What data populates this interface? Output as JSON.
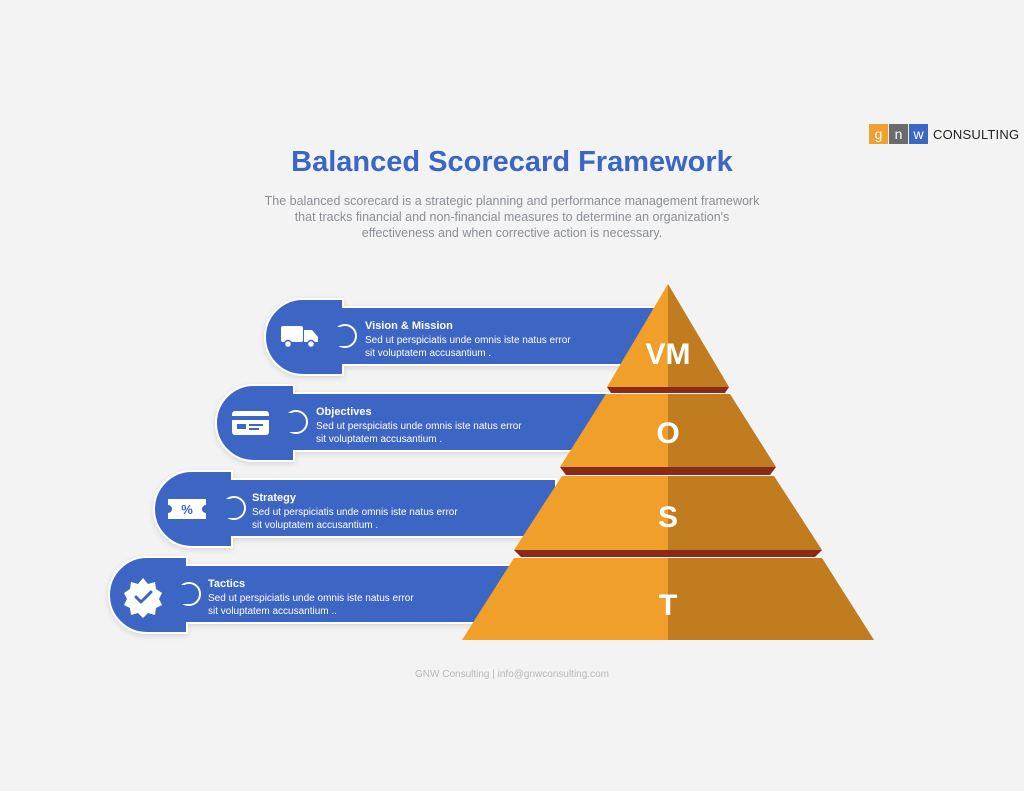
{
  "brand": {
    "letters": [
      "g",
      "n",
      "w"
    ],
    "letter_colors": [
      "#f0a030",
      "#6b6b6b",
      "#3c66c4"
    ],
    "word": "CONSULTING"
  },
  "title": "Balanced Scorecard Framework",
  "description": "The balanced scorecard is a strategic planning and performance management framework that tracks financial and non-financial measures to determine an organization's effectiveness and when corrective action is necessary.",
  "levels": [
    {
      "id": "vision",
      "letter": "VM",
      "title": "Vision & Mission",
      "body_line1": "Sed ut perspiciatis unde omnis iste natus error",
      "body_line2": "sit voluptatem accusantium .",
      "icon": "truck-icon"
    },
    {
      "id": "objectives",
      "letter": "O",
      "title": "Objectives",
      "body_line1": "Sed ut perspiciatis unde omnis iste natus error",
      "body_line2": "sit voluptatem accusantium .",
      "icon": "credit-card-icon"
    },
    {
      "id": "strategy",
      "letter": "S",
      "title": "Strategy",
      "body_line1": "Sed ut perspiciatis unde omnis iste natus error",
      "body_line2": "sit voluptatem accusantium .",
      "icon": "discount-ticket-icon"
    },
    {
      "id": "tactics",
      "letter": "T",
      "title": "Tactics",
      "body_line1": "Sed ut perspiciatis unde omnis iste natus error",
      "body_line2": "sit voluptatem accusantium ..",
      "icon": "verified-badge-icon"
    }
  ],
  "footer": "GNW Consulting | info@gnwconsulting.com",
  "colors": {
    "blue": "#3c66c4",
    "orange_light": "#f0a02a",
    "orange_dark": "#c27c20",
    "gap": "#8a2a1a",
    "background": "#f3f3f3"
  }
}
